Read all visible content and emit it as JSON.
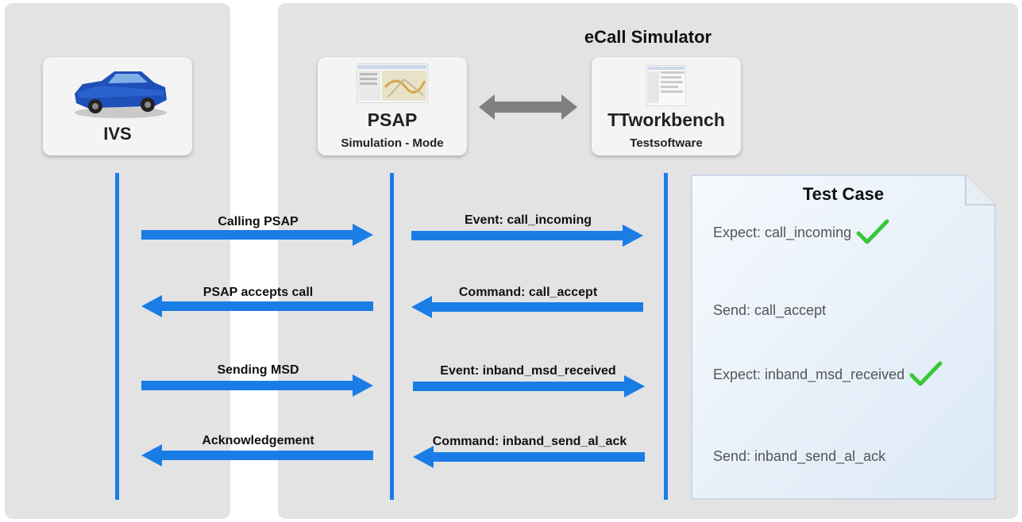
{
  "title": "eCall Simulator",
  "nodes": {
    "ivs": {
      "name": "IVS",
      "icon": "car-icon"
    },
    "psap": {
      "name": "PSAP",
      "subtitle": "Simulation - Mode",
      "icon": "map-screenshot-icon"
    },
    "ttworkbench": {
      "name": "TTworkbench",
      "subtitle": "Testsoftware",
      "icon": "software-screenshot-icon"
    }
  },
  "messages_left": [
    {
      "label": "Calling PSAP",
      "direction": "right"
    },
    {
      "label": "PSAP accepts call",
      "direction": "left"
    },
    {
      "label": "Sending MSD",
      "direction": "right"
    },
    {
      "label": "Acknowledgement",
      "direction": "left"
    }
  ],
  "messages_right": [
    {
      "label": "Event: call_incoming",
      "direction": "right"
    },
    {
      "label": "Command: call_accept",
      "direction": "left"
    },
    {
      "label": "Event: inband_msd_received",
      "direction": "right"
    },
    {
      "label": "Command: inband_send_al_ack",
      "direction": "left"
    }
  ],
  "test_case": {
    "title": "Test Case",
    "lines": [
      {
        "text": "Expect: call_incoming",
        "check": true
      },
      {
        "text": "Send: call_accept",
        "check": false
      },
      {
        "text": "Expect: inband_msd_received",
        "check": true
      },
      {
        "text": "Send: inband_send_al_ack",
        "check": false
      }
    ]
  },
  "colors": {
    "arrow": "#1a7de6",
    "lifeline": "#1a7de6",
    "check": "#37c837",
    "panel": "#e3e3e3"
  }
}
